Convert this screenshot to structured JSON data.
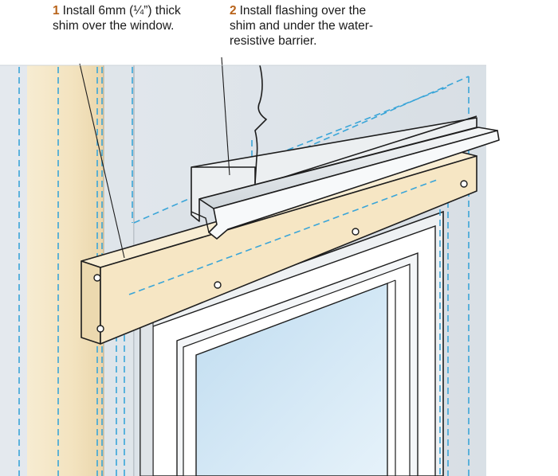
{
  "callouts": [
    {
      "number": "1",
      "lines": [
        "Install 6mm (¼”) thick",
        "shim over the window."
      ]
    },
    {
      "number": "2",
      "lines": [
        "Install flashing over the",
        "shim and under the water-",
        "resistive barrier."
      ]
    }
  ],
  "colors": {
    "wall": "#dfe5ea",
    "shim": "#f6e6c4",
    "barrier_dashes": "#3aa5d8",
    "glass": "#cfe6f4",
    "frame": "#ffffff",
    "flashing": "#e8ecef",
    "outline": "#1d1d1d",
    "number_accent": "#b8631a"
  }
}
